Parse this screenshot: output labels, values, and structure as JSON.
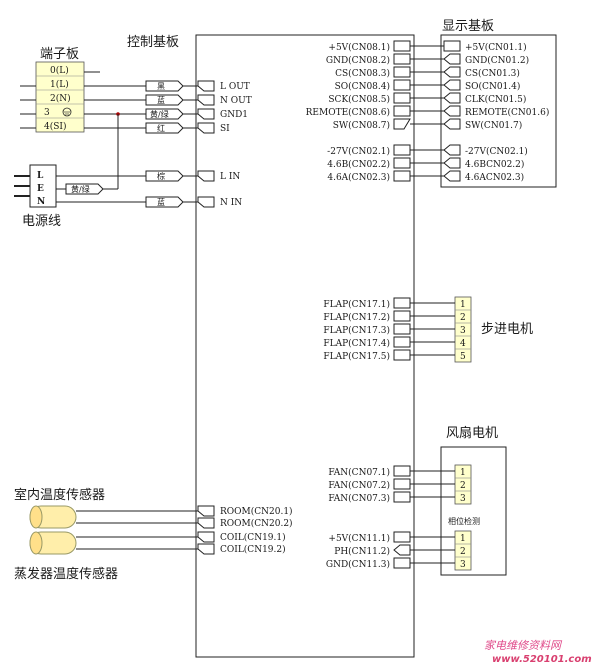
{
  "titles": {
    "control_board": "控制基板",
    "display_board": "显示基板",
    "terminal_block": "端子板",
    "power_cord": "电源线",
    "stepper_motor": "步进电机",
    "fan_motor": "风扇电机",
    "phase_detect": "相位检测",
    "indoor_sensor": "室内温度传感器",
    "evap_sensor": "蒸发器温度传感器"
  },
  "terminal_block": [
    "0(L)",
    "1(L)",
    "2(N)",
    "3",
    "4(SI)"
  ],
  "power_cord_letters": [
    "L",
    "E",
    "N"
  ],
  "wire_colors": {
    "black": "黑",
    "blue": "蓝",
    "yellow_green": "黄/绿",
    "red": "红",
    "brown": "棕",
    "blue2": "蓝",
    "yellow_green2": "黄/绿"
  },
  "control_left": [
    "L OUT",
    "N OUT",
    "GND1",
    "SI",
    "L IN",
    "N IN"
  ],
  "control_right_display": [
    "+5V(CN08.1)",
    "GND(CN08.2)",
    "CS(CN08.3)",
    "SO(CN08.4)",
    "SCK(CN08.5)",
    "REMOTE(CN08.6)",
    "SW(CN08.7)"
  ],
  "control_right_display2": [
    "-27V(CN02.1)",
    "4.6B(CN02.2)",
    "4.6A(CN02.3)"
  ],
  "display_pins": [
    "+5V(CN01.1)",
    "GND(CN01.2)",
    "CS(CN01.3)",
    "SO(CN01.4)",
    "CLK(CN01.5)",
    "REMOTE(CN01.6)",
    "SW(CN01.7)"
  ],
  "display_pins2": [
    "-27V(CN02.1)",
    "4.6BCN02.2)",
    "4.6ACN02.3)"
  ],
  "flap_pins": [
    "FLAP(CN17.1)",
    "FLAP(CN17.2)",
    "FLAP(CN17.3)",
    "FLAP(CN17.4)",
    "FLAP(CN17.5)"
  ],
  "stepper_nums": [
    "1",
    "2",
    "3",
    "4",
    "5"
  ],
  "fan_pins": [
    "FAN(CN07.1)",
    "FAN(CN07.2)",
    "FAN(CN07.3)"
  ],
  "fan_nums": [
    "1",
    "2",
    "3"
  ],
  "phase_pins": [
    "+5V(CN11.1)",
    "PH(CN11.2)",
    "GND(CN11.3)"
  ],
  "phase_nums": [
    "1",
    "2",
    "3"
  ],
  "sensor_pins": [
    "ROOM(CN20.1)",
    "ROOM(CN20.2)",
    "COIL(CN19.1)",
    "COIL(CN19.2)"
  ],
  "watermark": {
    "cn": "家电维修资料网",
    "url": "www.520101.com"
  },
  "colors": {
    "terminal_fill": "#ffffcc",
    "sensor_fill": "#ffeeaa",
    "watermark": "#e04a8a"
  }
}
